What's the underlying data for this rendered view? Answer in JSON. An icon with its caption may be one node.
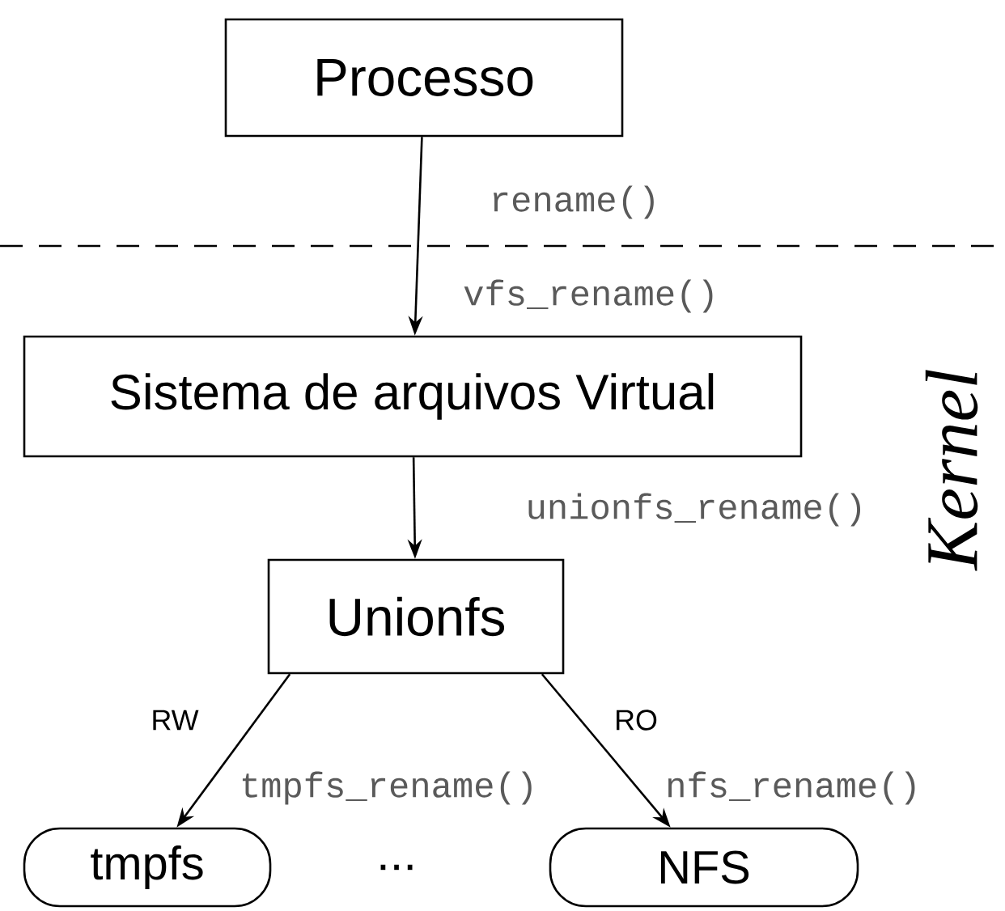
{
  "diagram": {
    "nodes": [
      {
        "text": [
          "Processo"
        ]
      },
      {
        "text": [
          "Sistema de arquivos Virtual"
        ]
      },
      {
        "text": [
          "Unionfs"
        ]
      },
      {
        "text": [
          "tmpfs"
        ]
      },
      {
        "text": [
          "NFS"
        ]
      }
    ],
    "edges": [
      {
        "from": 0,
        "to": 1,
        "arrow": "to",
        "label": "vfs_rename()"
      },
      {
        "from": 1,
        "to": 2,
        "arrow": "to",
        "label": "unionfs_rename()"
      },
      {
        "from": 2,
        "to": 3,
        "arrow": "to",
        "label": "tmpfs_rename()"
      },
      {
        "from": 2,
        "to": 4,
        "arrow": "to",
        "label": "nfs_rename()"
      }
    ],
    "labels": [
      "rename()",
      "Kernel",
      "RW",
      "RO",
      "..."
    ]
  }
}
